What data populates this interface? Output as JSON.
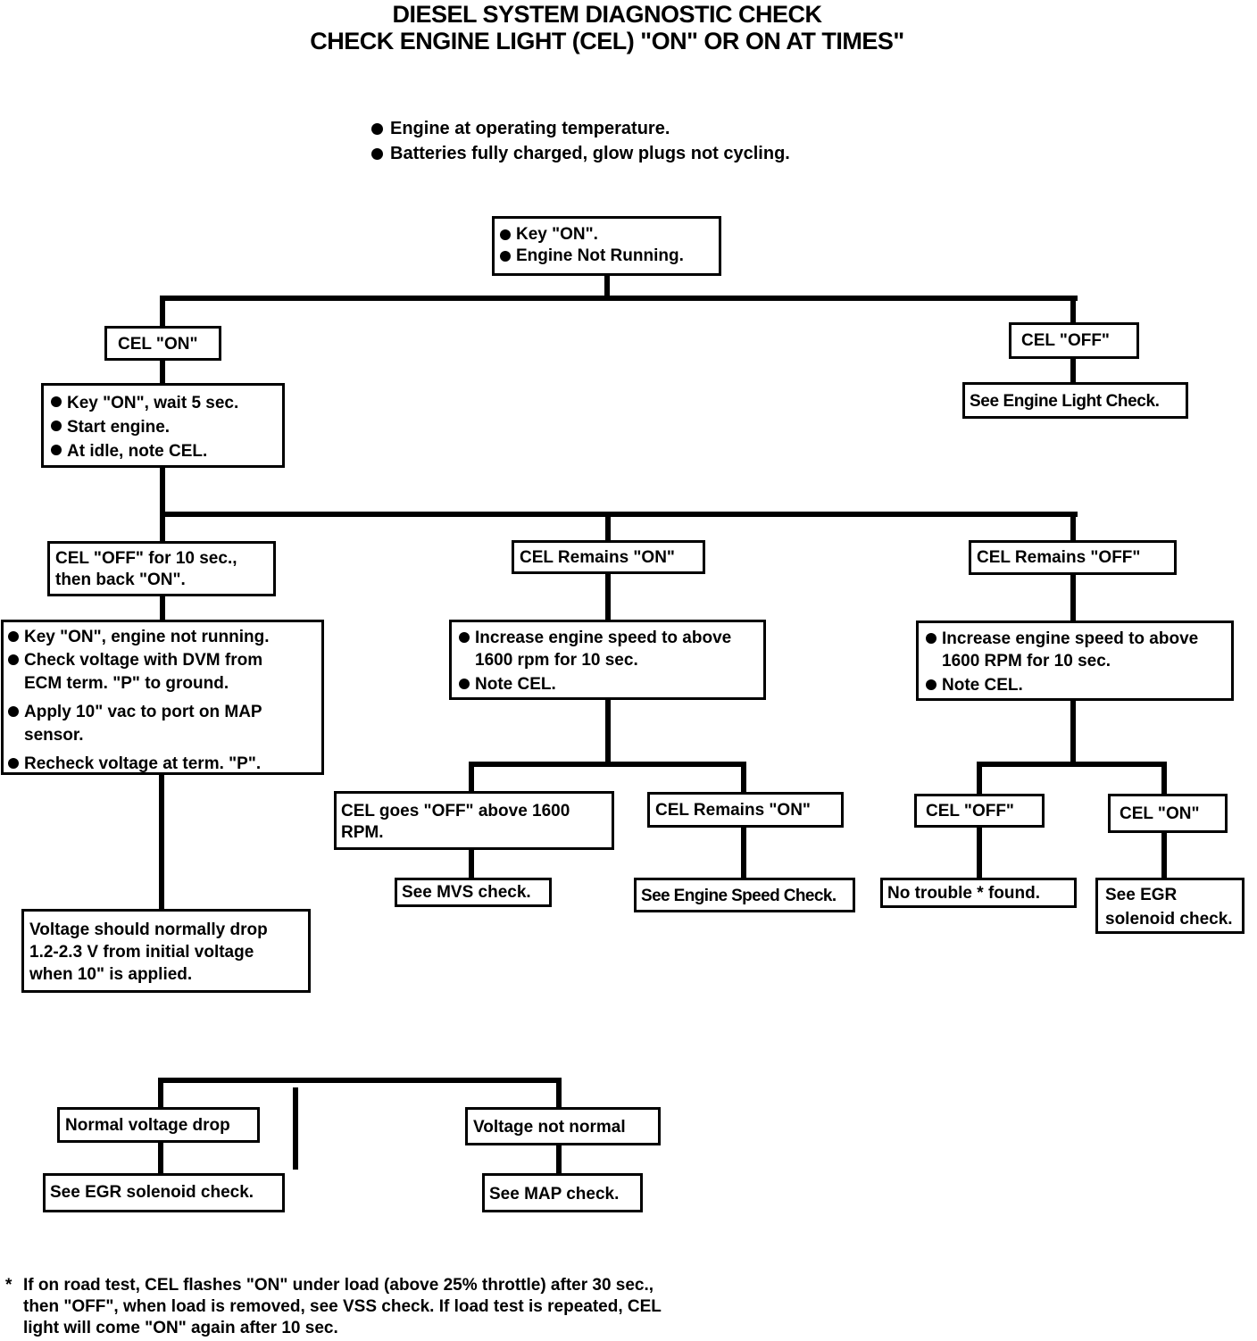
{
  "title": {
    "line1": "DIESEL SYSTEM DIAGNOSTIC CHECK",
    "line2": "CHECK ENGINE LIGHT (CEL) \"ON\" OR ON AT TIMES\""
  },
  "preconditions": [
    "Engine at operating temperature.",
    "Batteries fully charged, glow plugs not cycling."
  ],
  "boxes": {
    "start": [
      "Key \"ON\".",
      "Engine Not Running."
    ],
    "cel_on": "CEL \"ON\"",
    "cel_off": "CEL \"OFF\"",
    "engine_light_check": "See Engine Light Check.",
    "key_on_wait": [
      "Key \"ON\", wait 5 sec.",
      "Start engine.",
      "At idle, note CEL."
    ],
    "cel_off_10": [
      "CEL \"OFF\" for 10 sec.,",
      "then back \"ON\"."
    ],
    "cel_remains_on": "CEL Remains \"ON\"",
    "cel_remains_off": "CEL Remains \"OFF\"",
    "voltage_steps": {
      "s1": "Key \"ON\", engine not running.",
      "s2a": "Check voltage with DVM from",
      "s2b": "ECM term. \"P\" to ground.",
      "s3a": "Apply 10\" vac to port on MAP",
      "s3b": "sensor.",
      "s4": "Recheck voltage at term. \"P\"."
    },
    "increase_mid": {
      "a": "Increase engine speed to above",
      "b": "1600 rpm for 10 sec.",
      "c": "Note CEL."
    },
    "increase_right": {
      "a": "Increase engine speed to above",
      "b": "1600 RPM for 10 sec.",
      "c": "Note CEL."
    },
    "cel_goes_off": [
      "CEL goes \"OFF\" above 1600",
      "RPM."
    ],
    "cel_remains_on_2": "CEL Remains \"ON\"",
    "cel_off_2": "CEL \"OFF\"",
    "cel_on_2": "CEL \"ON\"",
    "mvs_check": "See MVS check.",
    "engine_speed_check": "See Engine Speed Check.",
    "no_trouble": "No trouble * found.",
    "egr_check_right": [
      "See EGR",
      "solenoid check."
    ],
    "voltage_note": [
      "Voltage should normally drop",
      "1.2-2.3 V from initial voltage",
      "when 10\" is applied."
    ],
    "normal_drop": "Normal voltage drop",
    "voltage_not_normal": "Voltage not normal",
    "egr_check_left": "See EGR solenoid check.",
    "map_check": "See MAP check."
  },
  "footnote": {
    "star": "*",
    "lines": [
      "If on road test, CEL flashes \"ON\" under load (above 25% throttle) after 30 sec.,",
      "then \"OFF\", when load is removed, see VSS check. If load test is repeated, CEL",
      "light will come \"ON\" again after 10 sec."
    ]
  }
}
